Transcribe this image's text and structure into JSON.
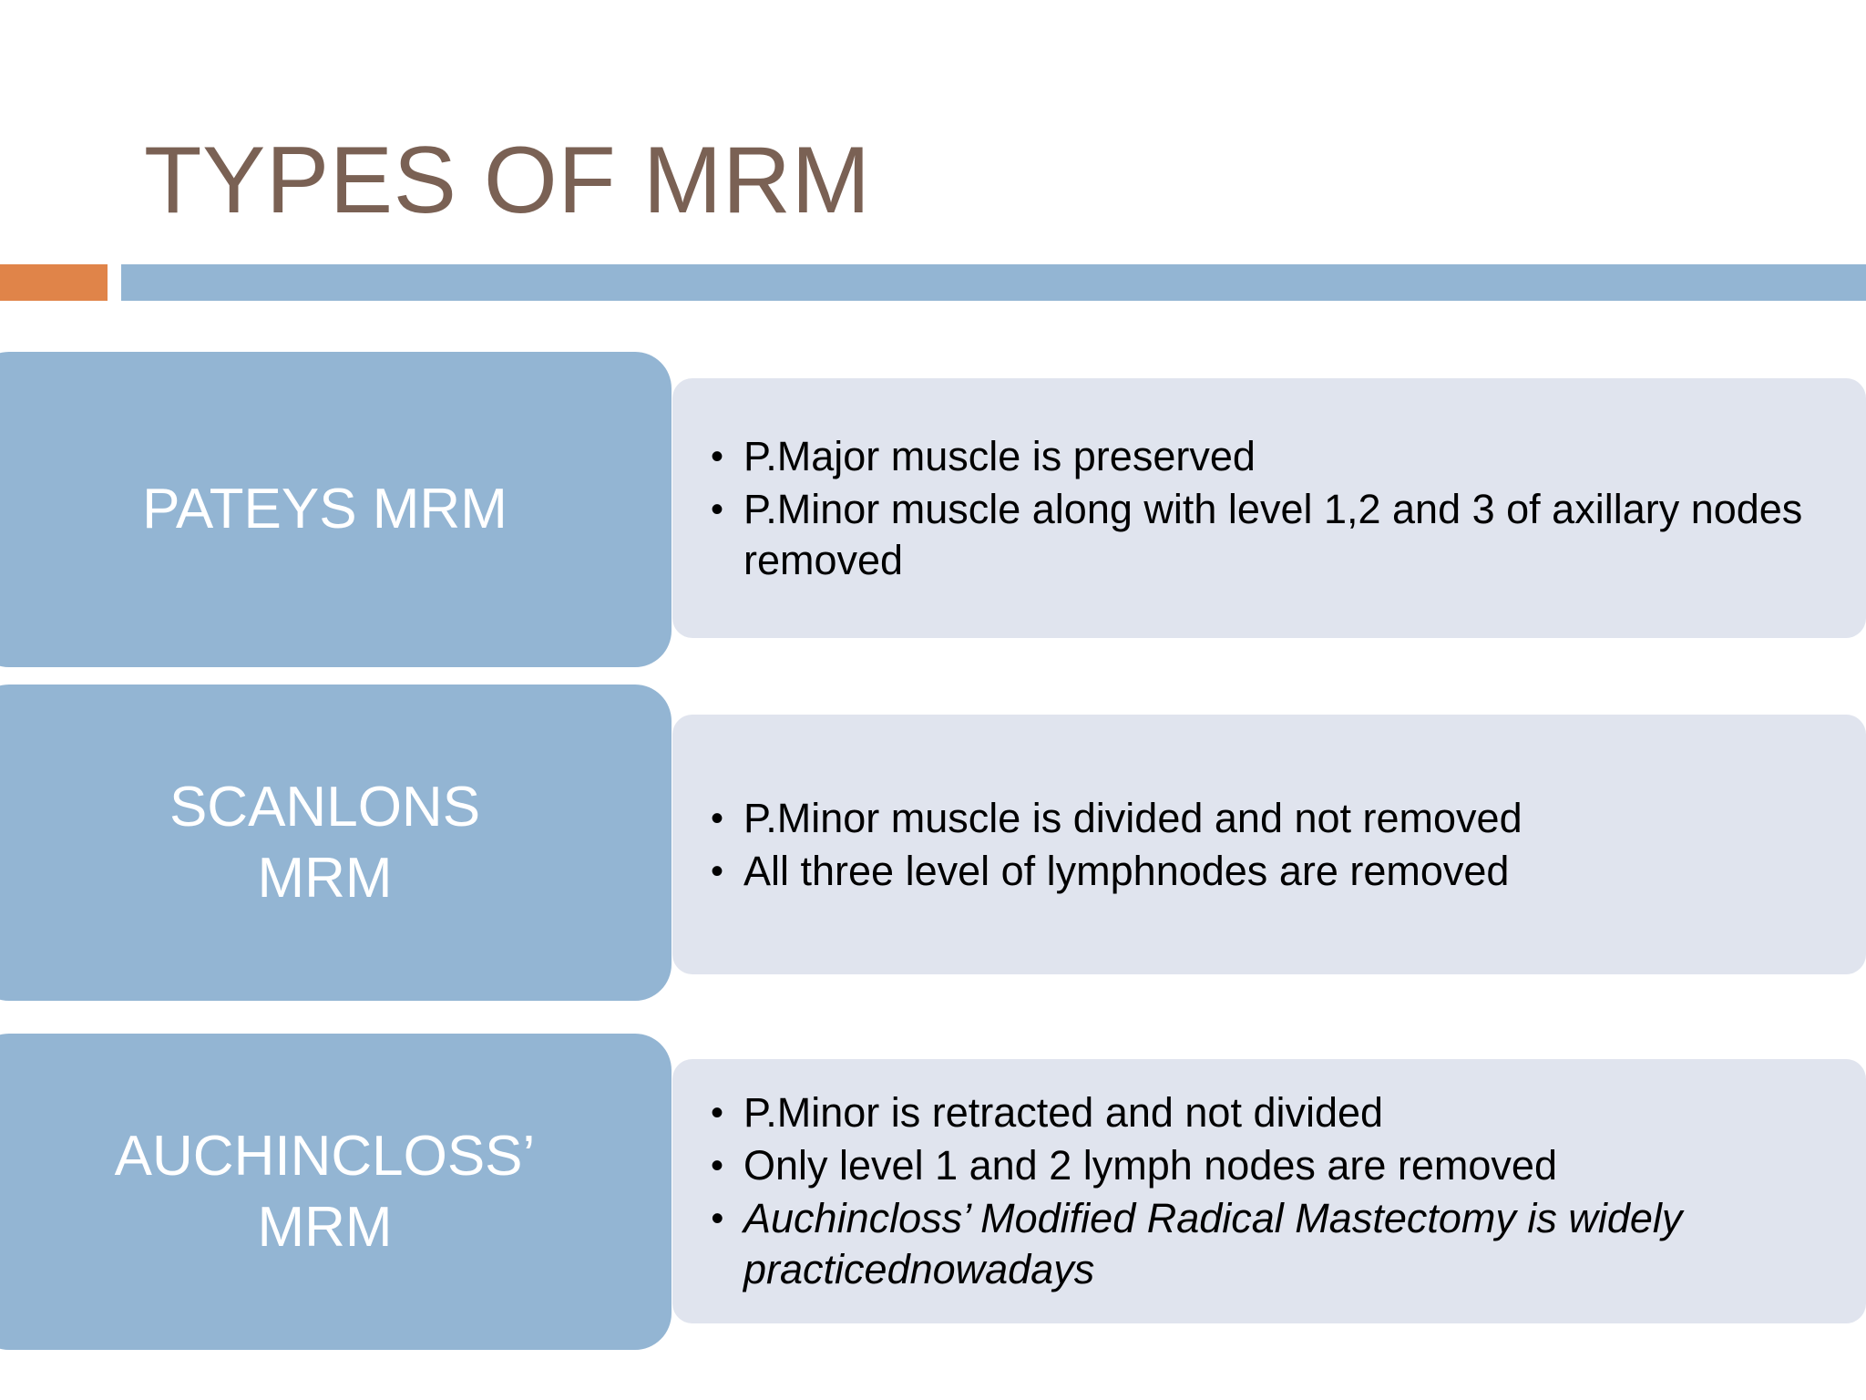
{
  "slide": {
    "title": "TYPES OF MRM",
    "colors": {
      "title_text": "#7A6154",
      "accent_orange": "#E08449",
      "accent_blue": "#93B5D3",
      "panel_background": "#E0E4EE",
      "label_text": "#FFFFFF",
      "body_text": "#000000",
      "slide_background": "#FFFFFF"
    }
  },
  "rows": [
    {
      "label": "PATEYS MRM",
      "bullets": [
        {
          "text": "P.Major muscle is preserved",
          "italic": false
        },
        {
          "text": "P.Minor muscle along with level 1,2 and 3  of axillary nodes removed",
          "italic": false
        }
      ]
    },
    {
      "label": "SCANLONS\nMRM",
      "bullets": [
        {
          "text": "P.Minor muscle is divided and not removed",
          "italic": false
        },
        {
          "text": "All three level of lymphnodes are removed",
          "italic": false
        }
      ]
    },
    {
      "label": "AUCHINCLOSS’\nMRM",
      "bullets": [
        {
          "text": "P.Minor is retracted and not divided",
          "italic": false
        },
        {
          "text": "Only level 1 and 2 lymph nodes are removed",
          "italic": false
        },
        {
          "text": "Auchincloss’ Modified Radical Mastectomy is widely practicednowadays",
          "italic": true
        }
      ]
    }
  ]
}
